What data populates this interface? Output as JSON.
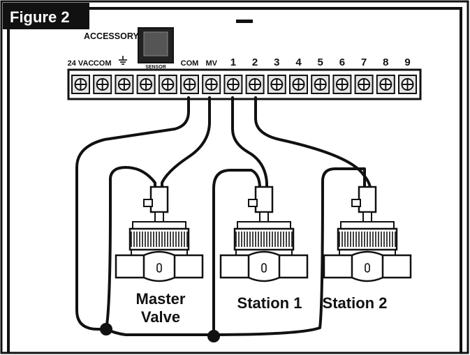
{
  "figure": {
    "badge_label": "Figure 2"
  },
  "panel": {
    "accessory_label": "ACCESSORY",
    "sensor_label": "SENSOR",
    "terminal_labels": [
      "24 VAC",
      "COM",
      "",
      "",
      "",
      "COM",
      "MV",
      "1",
      "2",
      "3",
      "4",
      "5",
      "6",
      "7",
      "8",
      "9"
    ],
    "ground_symbol": "ground-icon"
  },
  "valves": [
    {
      "label_line1": "Master",
      "label_line2": "Valve"
    },
    {
      "label_line1": "Station 1",
      "label_line2": ""
    },
    {
      "label_line1": "Station 2",
      "label_line2": ""
    }
  ],
  "colors": {
    "badge_bg": "#111111",
    "badge_text": "#ffffff",
    "line": "#111111",
    "panel_fill": "#ffffff",
    "terminal_fill": "#dddddd"
  }
}
